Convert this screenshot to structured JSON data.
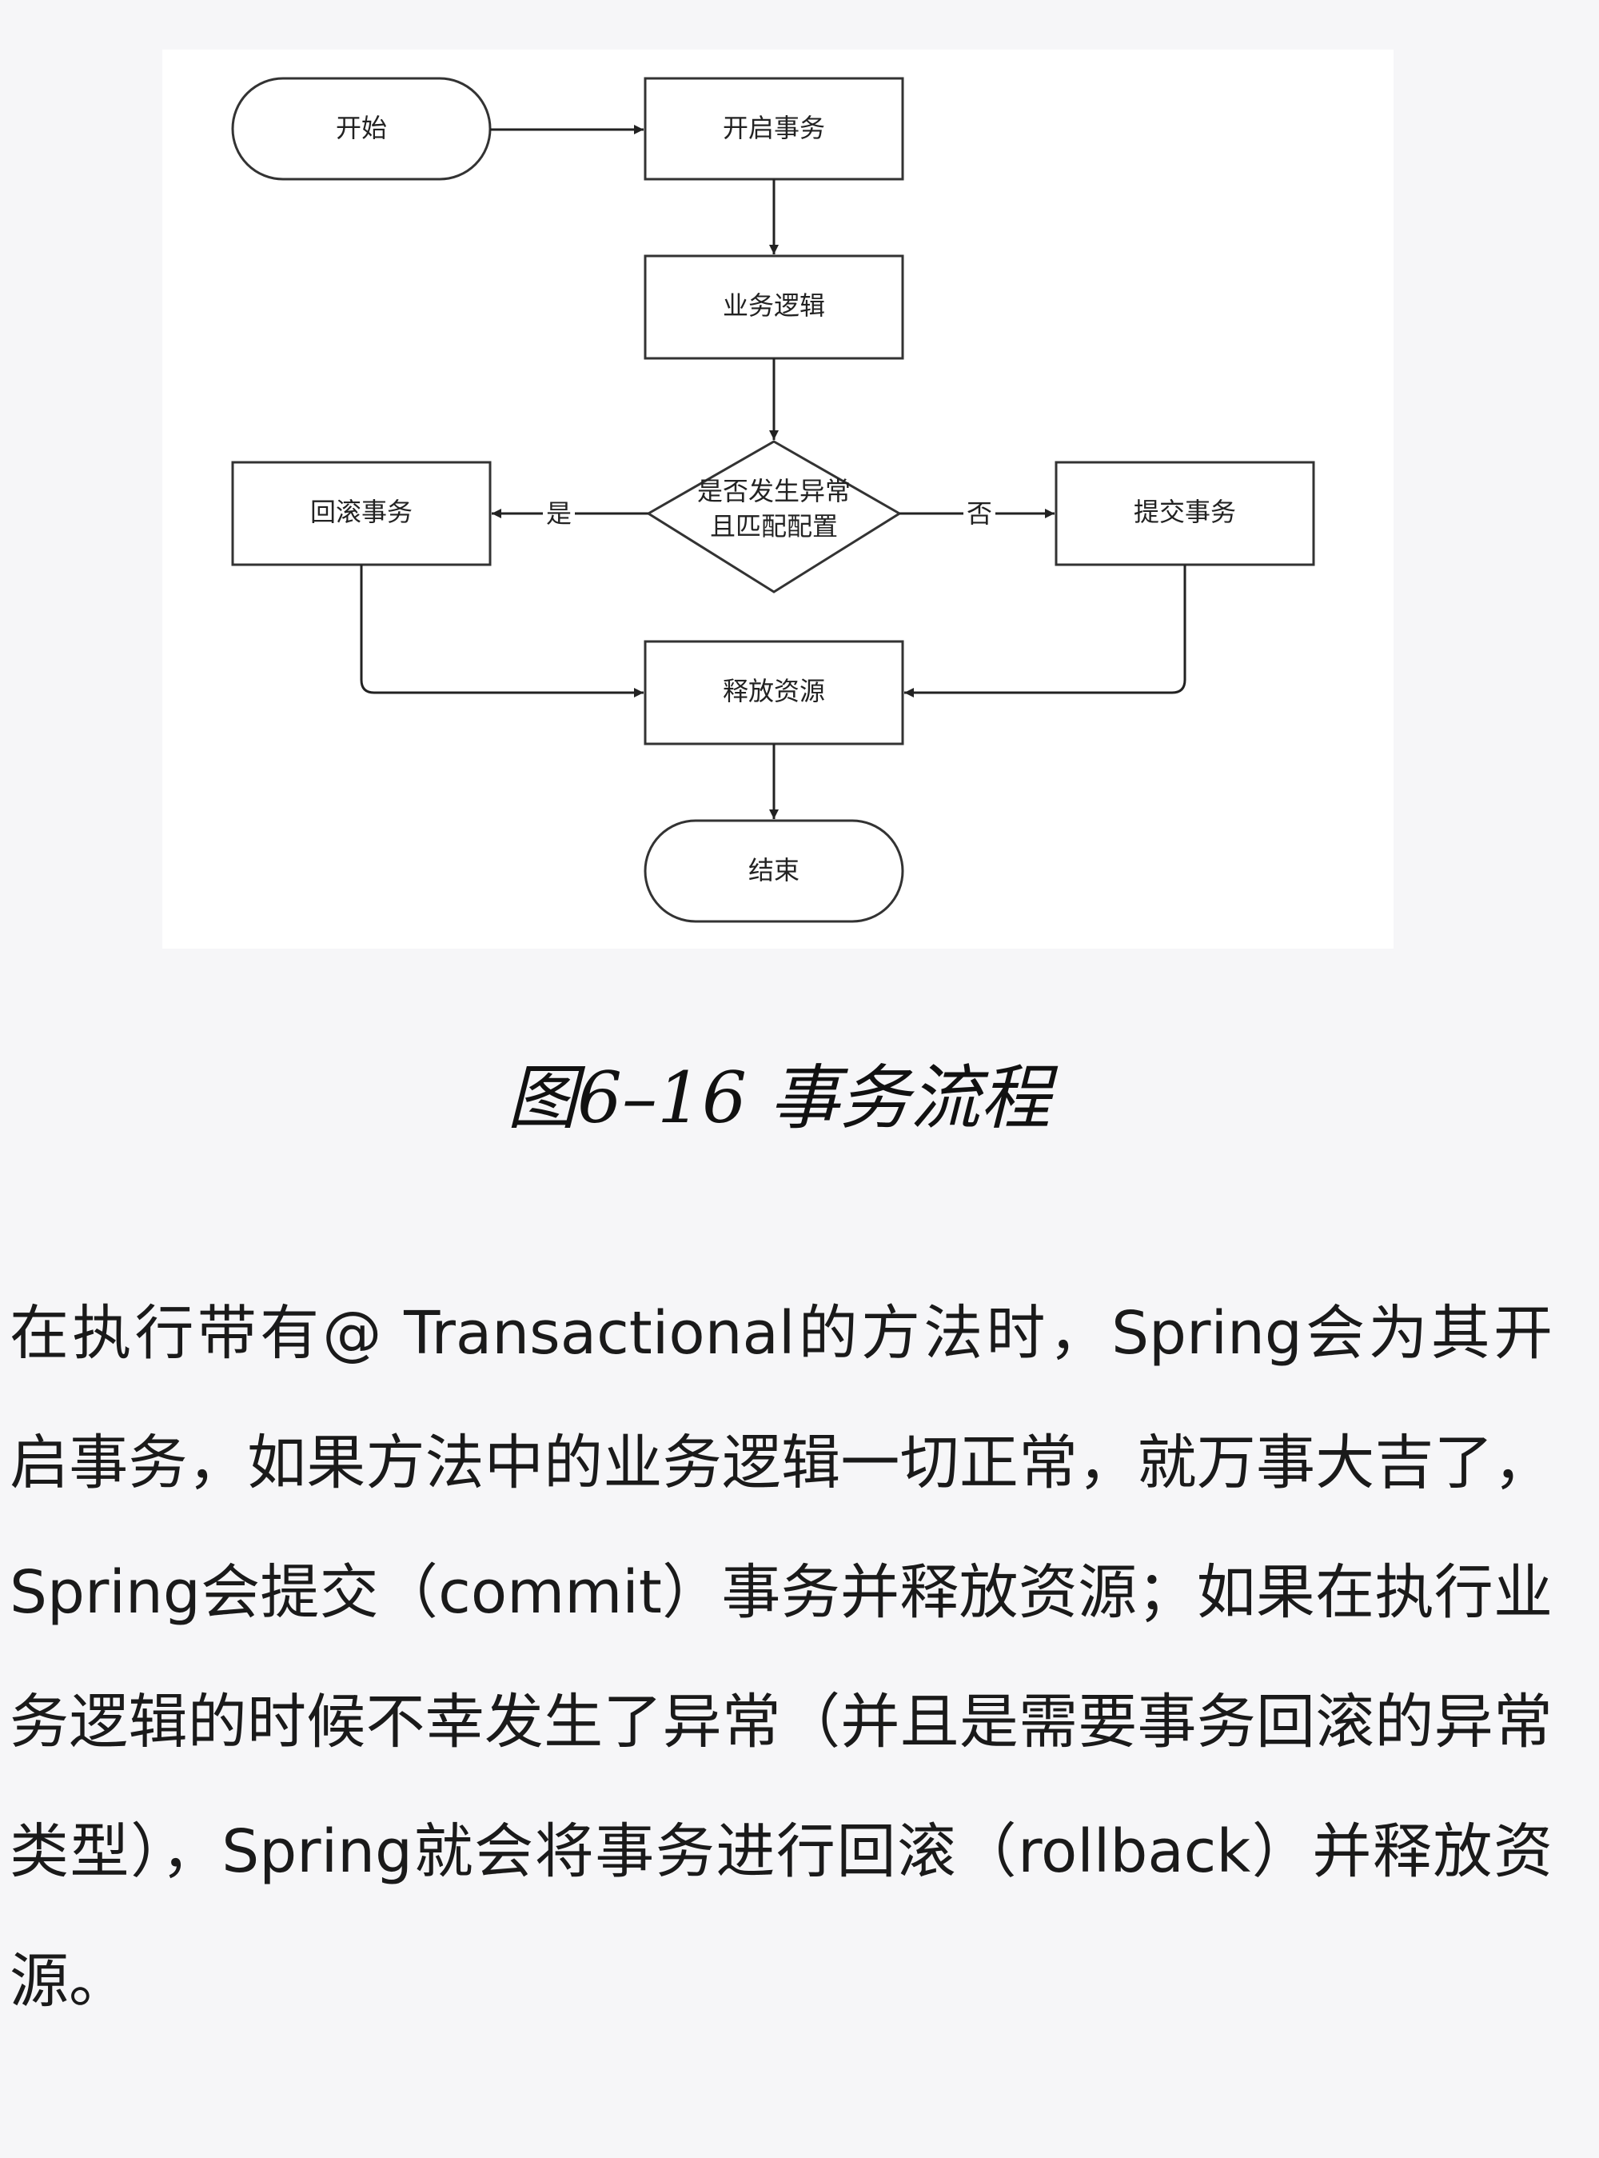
{
  "flowchart": {
    "nodes": {
      "start": "开始",
      "open_tx": "开启事务",
      "business": "业务逻辑",
      "decision_line1": "是否发生异常",
      "decision_line2": "且匹配配置",
      "rollback": "回滚事务",
      "commit": "提交事务",
      "release": "释放资源",
      "end": "结束"
    },
    "edges": {
      "yes": "是",
      "no": "否"
    }
  },
  "caption": "图6–16 事务流程",
  "paragraph": "在执行带有@ Transactional的方法时，Spring会为其开启事务，如果方法中的业务逻辑一切正常，就万事大吉了，Spring会提交（commit）事务并释放资源；如果在执行业务逻辑的时候不幸发生了异常（并且是需要事务回滚的异常类型），Spring就会将事务进行回滚（rollback）并释放资源。"
}
